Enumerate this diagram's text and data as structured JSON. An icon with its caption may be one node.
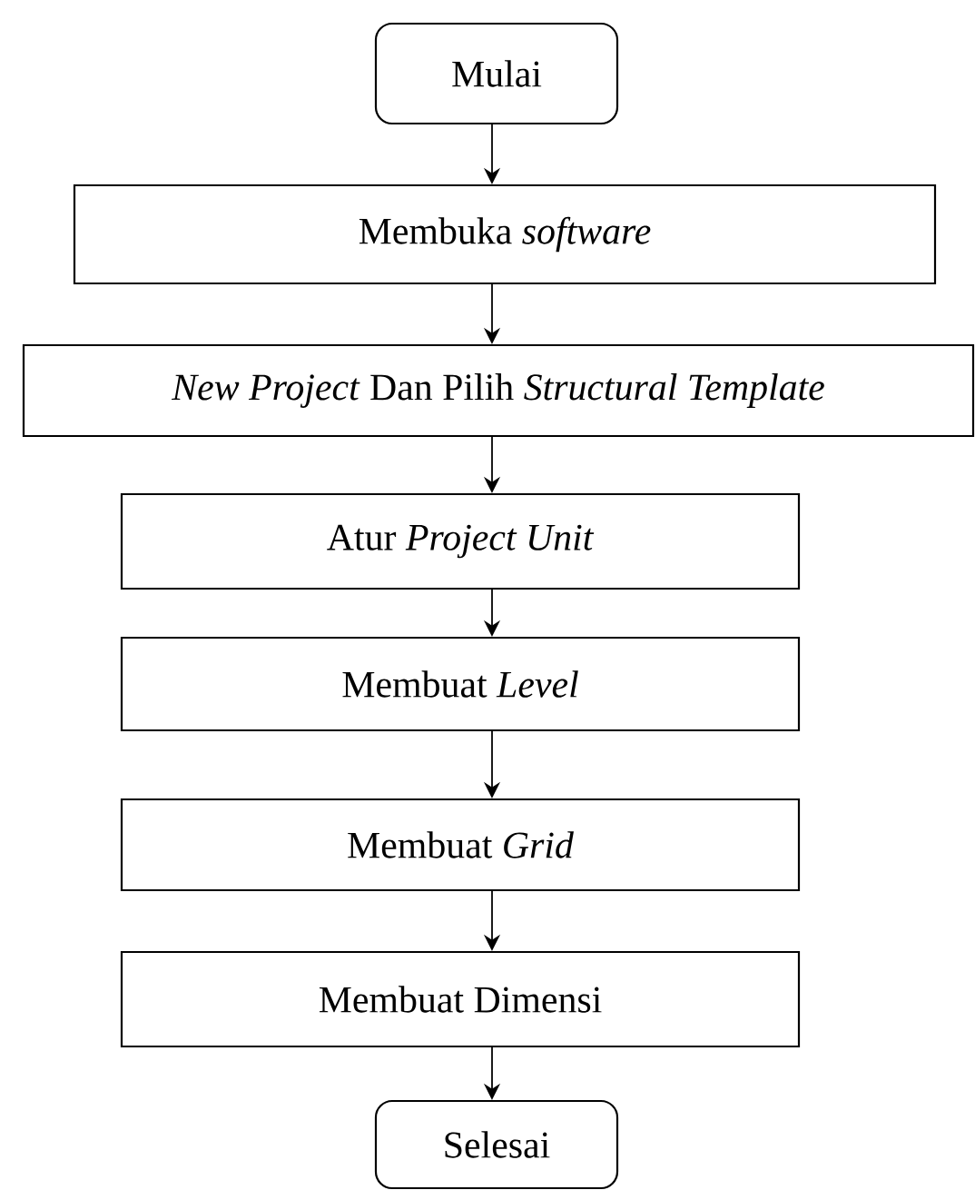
{
  "diagram": {
    "nodes": [
      {
        "text": [
          "Mulai"
        ]
      },
      {
        "text": [
          "Membuka *software*"
        ]
      },
      {
        "text": [
          "*New Project* Dan Pilih *Structural Template*"
        ]
      },
      {
        "text": [
          "Atur *Project Unit*"
        ]
      },
      {
        "text": [
          "Membuat *Level*"
        ]
      },
      {
        "text": [
          "Membuat *Grid*"
        ]
      },
      {
        "text": [
          "Membuat Dimensi"
        ]
      },
      {
        "text": [
          "Selesai"
        ]
      }
    ],
    "edges": [
      {
        "from": 0,
        "to": 1,
        "arrow": "to"
      },
      {
        "from": 1,
        "to": 2,
        "arrow": "to"
      },
      {
        "from": 2,
        "to": 3,
        "arrow": "to"
      },
      {
        "from": 3,
        "to": 4,
        "arrow": "to"
      },
      {
        "from": 4,
        "to": 5,
        "arrow": "to"
      },
      {
        "from": 5,
        "to": 6,
        "arrow": "to"
      },
      {
        "from": 6,
        "to": 7,
        "arrow": "to"
      }
    ]
  }
}
